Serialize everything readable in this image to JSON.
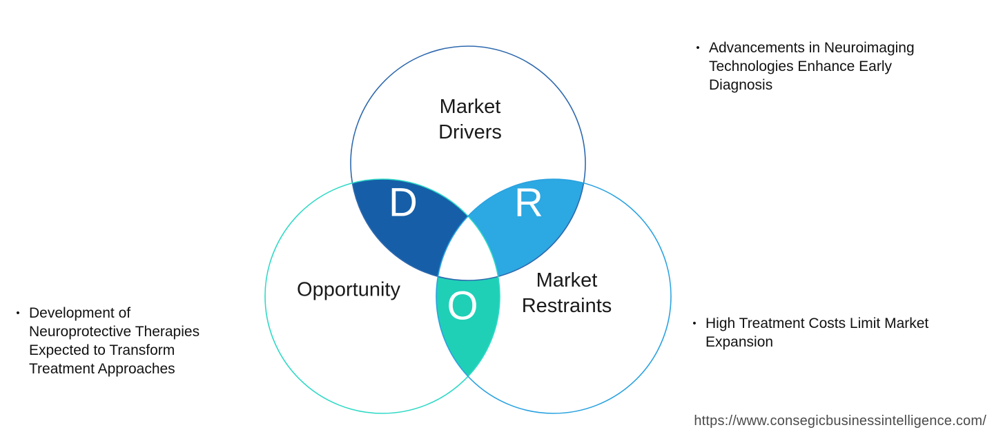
{
  "venn": {
    "circles": [
      {
        "id": "market-drivers",
        "label": "Market\nDrivers",
        "outline_color": "#2d68ad"
      },
      {
        "id": "opportunity",
        "label": "Opportunity",
        "outline_color": "#2ed9c6"
      },
      {
        "id": "market-restraints",
        "label": "Market\nRestraints",
        "outline_color": "#2aa2e0"
      }
    ],
    "intersections": [
      {
        "id": "drivers-overlap",
        "letter": "D",
        "color": "#165fa8"
      },
      {
        "id": "restraints-overlap",
        "letter": "R",
        "color": "#2ca8e2"
      },
      {
        "id": "opportunity-overlap",
        "letter": "O",
        "color": "#1fd0b7"
      }
    ],
    "center_color": "#ffffff"
  },
  "bullets": {
    "left": {
      "marker": "•",
      "text": "Development of\nNeuroprotective Therapies\nExpected to Transform\nTreatment Approaches"
    },
    "top_right": {
      "marker": "•",
      "text": "Advancements in Neuroimaging\nTechnologies Enhance Early\nDiagnosis"
    },
    "bottom_right": {
      "marker": "•",
      "text": "High Treatment Costs Limit Market\nExpansion"
    }
  },
  "footer": {
    "url": "https://www.consegicbusinessintelligence.com/"
  }
}
